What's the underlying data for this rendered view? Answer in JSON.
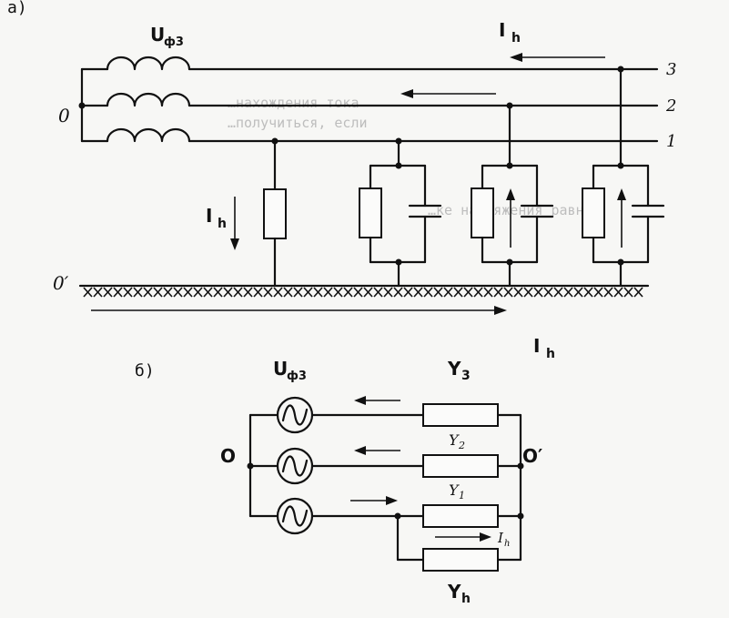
{
  "part_a": {
    "caption": "а)",
    "source_label": "U",
    "source_label_sub": "ф3",
    "neutral_label": "0",
    "ground_label": "0′",
    "phase_labels": [
      "3",
      "2",
      "1"
    ],
    "current_top": "I",
    "current_top_sub": "h",
    "current_left": "I",
    "current_left_sub": "h",
    "current_ground": "I",
    "current_ground_sub": "h"
  },
  "part_b": {
    "caption": "б)",
    "source_label": "U",
    "source_label_sub": "ф3",
    "neutral_left": "O",
    "neutral_right": "O′",
    "y3": "Y",
    "y3_sub": "3",
    "y2": "Y",
    "y2_sub": "2",
    "y1": "Y",
    "y1_sub": "1",
    "yh": "Y",
    "yh_sub": "h",
    "ih": "I",
    "ih_sub": "h"
  },
  "background_text": {
    "line1": "…нахождения тока",
    "line2": "…получиться, если",
    "line3": "…ке напряжения равно:"
  }
}
